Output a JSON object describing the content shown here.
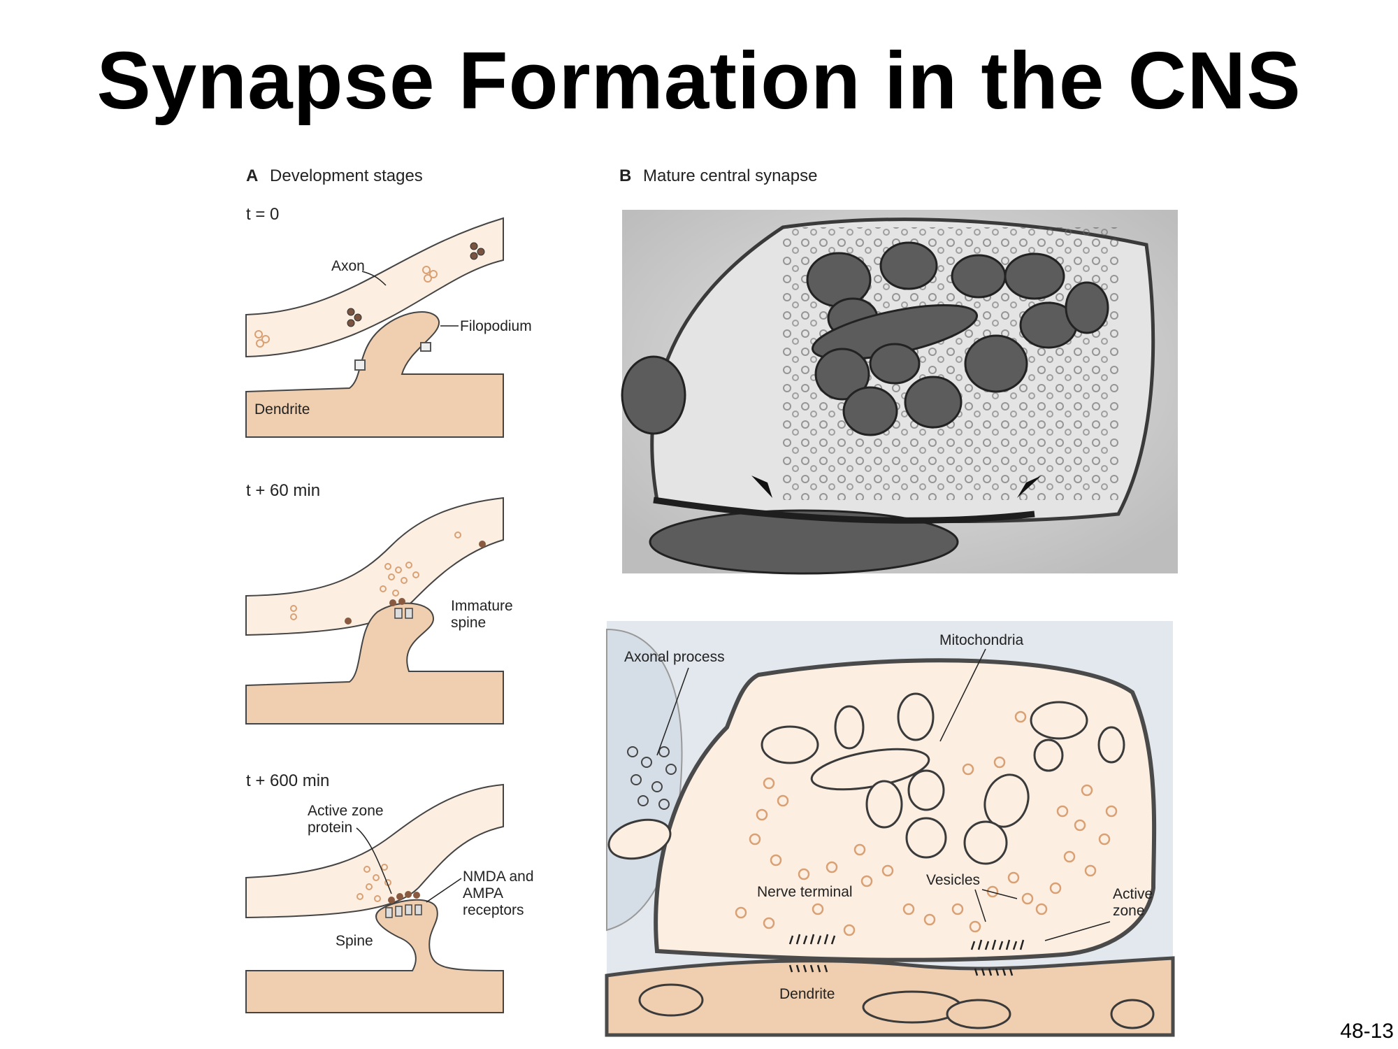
{
  "slide": {
    "title": "Synapse Formation in the CNS",
    "number": "48-13"
  },
  "panel_a": {
    "letter": "A",
    "title": "Development stages",
    "stages": [
      {
        "time": "t = 0",
        "labels": {
          "axon": "Axon",
          "filopodium": "Filopodium",
          "dendrite": "Dendrite"
        }
      },
      {
        "time": "t + 60 min",
        "labels": {
          "immature_spine_1": "Immature",
          "immature_spine_2": "spine"
        }
      },
      {
        "time": "t + 600 min",
        "labels": {
          "active_zone_1": "Active zone",
          "active_zone_2": "protein",
          "receptors_1": "NMDA and",
          "receptors_2": "AMPA",
          "receptors_3": "receptors",
          "spine": "Spine"
        }
      }
    ]
  },
  "panel_b": {
    "letter": "B",
    "title": "Mature central synapse",
    "micrograph": "electron micrograph of mature central synapse",
    "diagram_labels": {
      "axonal_process": "Axonal process",
      "mitochondria": "Mitochondria",
      "nerve_terminal": "Nerve terminal",
      "vesicles": "Vesicles",
      "active_zone_1": "Active",
      "active_zone_2": "zone",
      "dendrite": "Dendrite"
    }
  },
  "colors": {
    "axon_fill": "#fcefe2",
    "dendrite_fill": "#f0cfb0",
    "vesicle_stroke": "#d9a074",
    "background_cell": "#e3e8ee",
    "micrograph_bg": "#d8d8d8"
  }
}
